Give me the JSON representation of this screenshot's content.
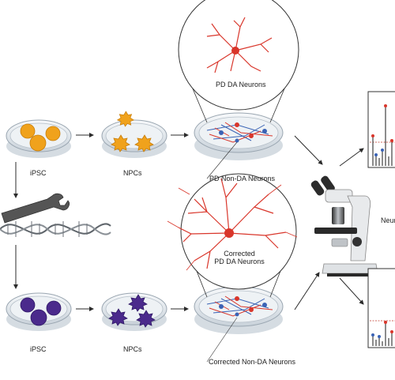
{
  "labels": {
    "ipsc_top": "iPSC",
    "npcs_top": "NPCs",
    "pd_da_neurons": "PD DA Neurons",
    "pd_non_da_neurons": "PD Non-DA Neurons",
    "corrected_line1": "Corrected",
    "corrected_line2": "PD DA Neurons",
    "ipsc_bottom": "iPSC",
    "npcs_bottom": "NPCs",
    "corrected_non_da": "Corrected Non-DA Neurons",
    "neur_partial": "Neur"
  },
  "colors": {
    "ipsc_colony_top": "#f0a21c",
    "ipsc_colony_bottom": "#4b2a8c",
    "neuron_red": "#d9362b",
    "neuron_blue": "#3a63b5",
    "arrow": "#2b2b2b",
    "peak_red": "#d9362b",
    "peak_blue": "#3a63b5",
    "threshold": "#c0392b"
  },
  "icons": [
    "petri-dish-icon",
    "wrench-icon",
    "dna-helix-icon",
    "microscope-icon",
    "spectrum-chart-icon"
  ]
}
